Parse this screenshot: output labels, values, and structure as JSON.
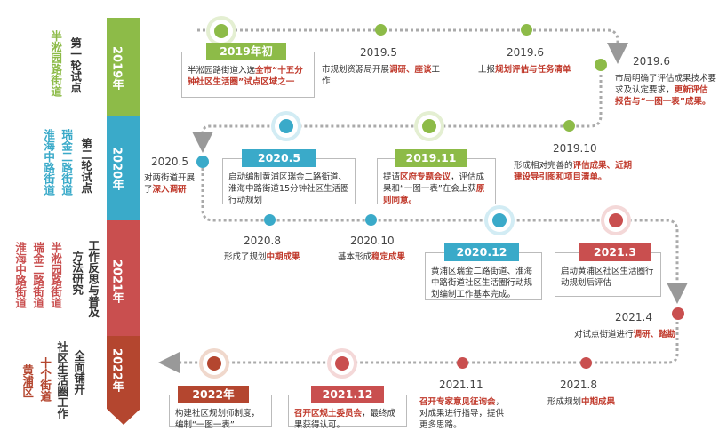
{
  "stages": [
    {
      "year": "2019年",
      "label1": "第一轮试点",
      "label2": "半淞园路街道",
      "color": "#8dbb48"
    },
    {
      "year": "2020年",
      "label1": "第二轮试点",
      "label2": "瑞金二路街道",
      "label3": "淮海中路街道",
      "color": "#3aaac9"
    },
    {
      "year": "2021年",
      "label1": "工作反思与普及",
      "label1b": "方法研究",
      "label2": "半淞园路街道",
      "label3": "瑞金二路街道",
      "label4": "淮海中路街道",
      "color": "#c94f4f"
    },
    {
      "year": "2022年",
      "label1": "全面铺开",
      "label1b": "社区生活圈工作",
      "label2": "十个街道",
      "label3": "黄浦区",
      "color": "#b4462f"
    }
  ],
  "events": {
    "e2019_early": {
      "tag": "2019年初",
      "pre": "半淞园路街道入选",
      "hl": "全市“十五分钟社区生活圈”试点区域之一",
      "post": ""
    },
    "e2019_5a": {
      "date": "2019.5",
      "pre": "市规划资源局开展",
      "hl": "调研、座谈",
      "post": "工作"
    },
    "e2019_6a": {
      "date": "2019.6",
      "pre": "上报",
      "hl": "规划评估与任务清单",
      "post": ""
    },
    "e2019_6b": {
      "date": "2019.6",
      "pre": "市局明确了评估成果技术要求及认定要求，",
      "hl": "更新评估报告与“一图一表”成果。",
      "post": ""
    },
    "e2019_10": {
      "date": "2019.10",
      "pre": "形成相对完善的",
      "hl": "评估成果、近期建设导引图和项目清单。",
      "post": ""
    },
    "e2019_11": {
      "tag": "2019.11",
      "pre": "提请",
      "hl": "区府专题会议",
      "mid": "，评估成果和“一图一表”在会上获",
      "hl2": "原则同意。"
    },
    "e2020_5a": {
      "tag": "2020.5",
      "text": "启动编制黄浦区瑞金二路街道、淮海中路街道15分钟社区生活圈行动规划"
    },
    "e2020_5b": {
      "date": "2020.5",
      "pre": "对两街道开展了",
      "hl": "深入调研",
      "post": ""
    },
    "e2020_8": {
      "date": "2020.8",
      "pre": "形成了规划",
      "hl": "中期成果",
      "post": ""
    },
    "e2020_10": {
      "date": "2020.10",
      "pre": "基本形成",
      "hl": "稳定成果",
      "post": ""
    },
    "e2020_12": {
      "tag": "2020.12",
      "text": "黄浦区瑞金二路街道、淮海中路街道社区生活圈行动规划编制工作基本完成。"
    },
    "e2021_3": {
      "tag": "2021.3",
      "text": "启动黄浦区社区生活圈行动规划后评估"
    },
    "e2021_4": {
      "date": "2021.4",
      "pre": "对试点街道进行",
      "hl": "调研、踏勘",
      "post": ""
    },
    "e2021_8": {
      "date": "2021.8",
      "pre": "形成规划",
      "hl": "中期成果",
      "post": ""
    },
    "e2021_11": {
      "date": "2021.11",
      "pre": "",
      "hl": "召开专家意见征询会",
      "post": "，对成果进行指导，提供更多思路。"
    },
    "e2021_12": {
      "tag": "2021.12",
      "pre": "",
      "hl": "召开区规土委员会",
      "post": "，最终成果获得认可。"
    },
    "e2022": {
      "tag": "2022年",
      "text": "构建社区规划师制度，编制“一图一表”"
    }
  }
}
